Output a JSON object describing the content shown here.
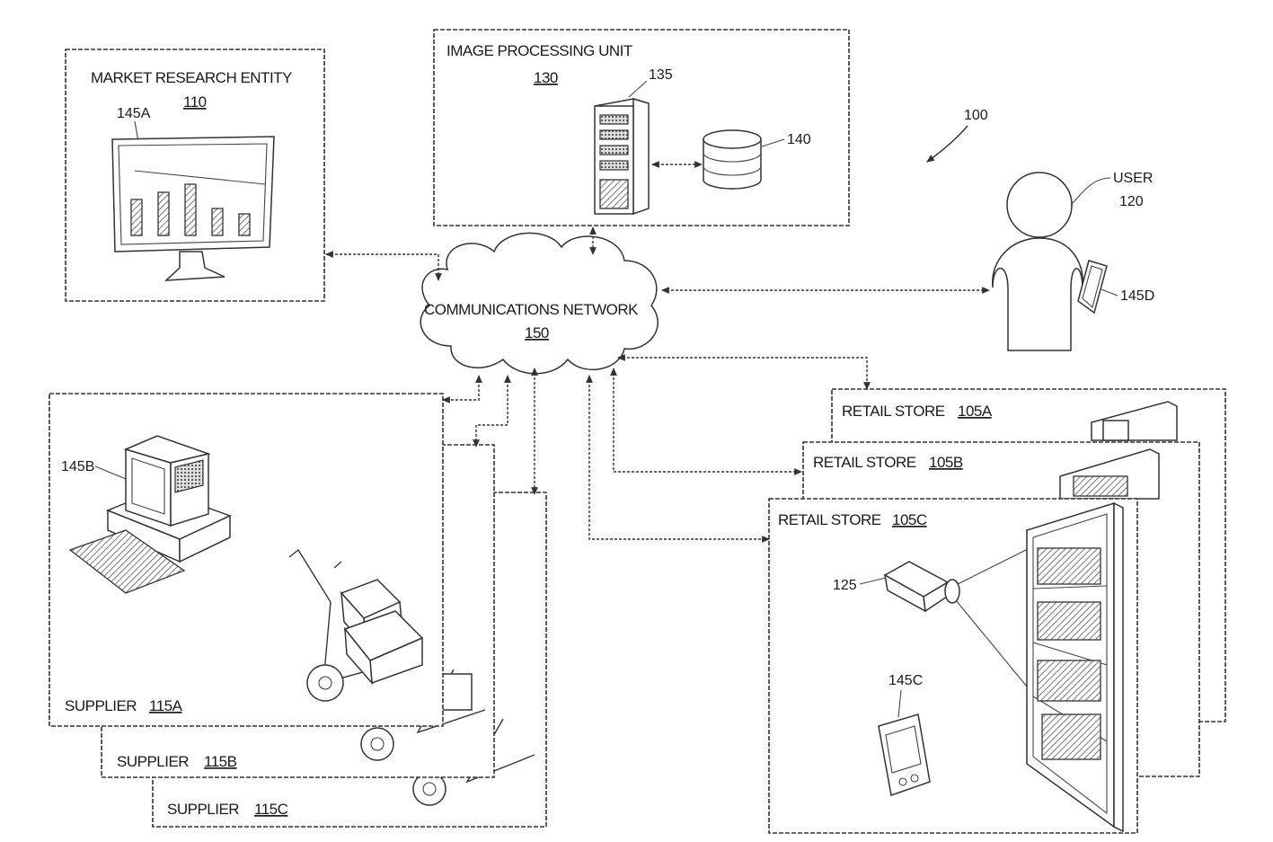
{
  "figure_ref": "100",
  "market_research": {
    "title": "MARKET RESEARCH ENTITY",
    "ref": "110",
    "device_ref": "145A"
  },
  "image_processing": {
    "title": "IMAGE PROCESSING UNIT",
    "ref": "130",
    "server_ref": "135",
    "db_ref": "140"
  },
  "network": {
    "title": "COMMUNICATIONS NETWORK",
    "ref": "150"
  },
  "user": {
    "title": "USER",
    "ref": "120",
    "device_ref": "145D"
  },
  "suppliers": [
    {
      "title": "SUPPLIER",
      "ref": "115A",
      "device_ref": "145B"
    },
    {
      "title": "SUPPLIER",
      "ref": "115B"
    },
    {
      "title": "SUPPLIER",
      "ref": "115C"
    }
  ],
  "retail_stores": [
    {
      "title": "RETAIL STORE",
      "ref": "105A"
    },
    {
      "title": "RETAIL STORE",
      "ref": "105B"
    },
    {
      "title": "RETAIL STORE",
      "ref": "105C",
      "camera_ref": "125",
      "device_ref": "145C"
    }
  ]
}
